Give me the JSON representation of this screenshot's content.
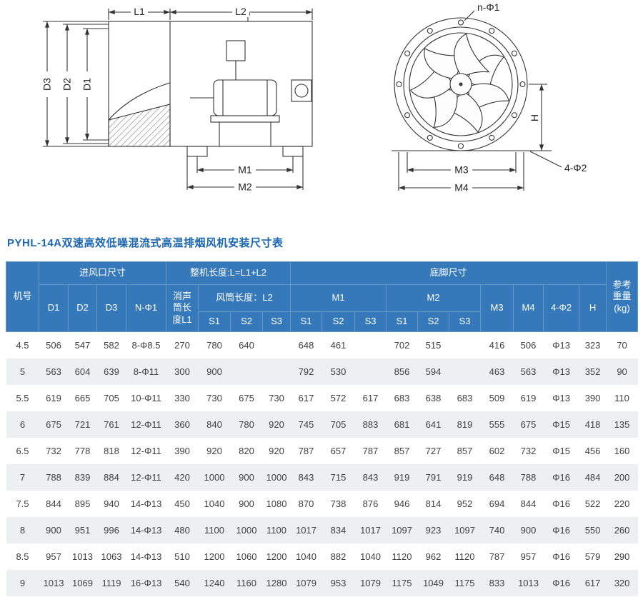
{
  "page": {
    "title": "PYHL-14A双速高效低噪混流式高温排烟风机安装尺寸表"
  },
  "diagrams": {
    "side": {
      "l1": "L1",
      "l2": "L2",
      "d1": "D1",
      "d2": "D2",
      "d3": "D3",
      "m1": "M1",
      "m2": "M2"
    },
    "front": {
      "n_phi1": "n-Φ1",
      "h": "H",
      "m3": "M3",
      "m4": "M4",
      "four_phi2": "4-Φ2"
    }
  },
  "table": {
    "header": {
      "col_model": "机号",
      "grp_inlet": "进风口尺寸",
      "grp_overall": "整机长度:L=L1+L2",
      "grp_footing": "底脚尺寸",
      "col_weight": "参考\n重量\n(kg)",
      "col_d1": "D1",
      "col_d2": "D2",
      "col_d3": "D3",
      "col_nphi1": "N-Φ1",
      "col_l1": "消声\n筒长\n度L1",
      "col_l2": "风筒长度：L2",
      "col_m1": "M1",
      "col_m2": "M2",
      "col_m3": "M3",
      "col_m4": "M4",
      "col_4phi2": "4-Φ2",
      "col_h": "H",
      "sub_s1": "S1",
      "sub_s2": "S2",
      "sub_s3": "S3"
    },
    "rows": [
      [
        "4.5",
        "506",
        "547",
        "582",
        "8-Φ8.5",
        "270",
        "780",
        "640",
        "",
        "648",
        "461",
        "",
        "702",
        "515",
        "",
        "416",
        "506",
        "Φ13",
        "323",
        "70"
      ],
      [
        "5",
        "563",
        "604",
        "639",
        "8-Φ11",
        "300",
        "900",
        "",
        "",
        "792",
        "530",
        "",
        "856",
        "594",
        "",
        "463",
        "563",
        "Φ13",
        "352",
        "90"
      ],
      [
        "5.5",
        "619",
        "665",
        "705",
        "10-Φ11",
        "330",
        "730",
        "675",
        "730",
        "617",
        "572",
        "617",
        "683",
        "638",
        "683",
        "509",
        "619",
        "Φ13",
        "390",
        "110"
      ],
      [
        "6",
        "675",
        "721",
        "761",
        "12-Φ11",
        "360",
        "840",
        "780",
        "920",
        "745",
        "705",
        "883",
        "681",
        "641",
        "819",
        "555",
        "675",
        "Φ15",
        "418",
        "135"
      ],
      [
        "6.5",
        "732",
        "778",
        "818",
        "12-Φ11",
        "390",
        "920",
        "820",
        "920",
        "787",
        "657",
        "787",
        "857",
        "727",
        "857",
        "602",
        "732",
        "Φ15",
        "456",
        "160"
      ],
      [
        "7",
        "788",
        "839",
        "884",
        "12-Φ11",
        "420",
        "1000",
        "900",
        "1000",
        "843",
        "715",
        "843",
        "919",
        "791",
        "919",
        "648",
        "788",
        "Φ16",
        "484",
        "200"
      ],
      [
        "7.5",
        "844",
        "895",
        "940",
        "14-Φ13",
        "450",
        "1040",
        "900",
        "1080",
        "870",
        "738",
        "876",
        "946",
        "814",
        "952",
        "694",
        "844",
        "Φ16",
        "522",
        "220"
      ],
      [
        "8",
        "900",
        "951",
        "996",
        "14-Φ13",
        "480",
        "1100",
        "1000",
        "1100",
        "1017",
        "834",
        "1017",
        "1097",
        "923",
        "1097",
        "740",
        "900",
        "Φ16",
        "550",
        "260"
      ],
      [
        "8.5",
        "957",
        "1013",
        "1063",
        "14-Φ13",
        "510",
        "1200",
        "1060",
        "1200",
        "1040",
        "882",
        "1040",
        "1120",
        "962",
        "1120",
        "787",
        "957",
        "Φ16",
        "579",
        "290"
      ],
      [
        "9",
        "1013",
        "1069",
        "1119",
        "16-Φ13",
        "540",
        "1240",
        "1160",
        "1280",
        "1079",
        "953",
        "1079",
        "1175",
        "1049",
        "1175",
        "833",
        "1013",
        "Φ16",
        "617",
        "320"
      ]
    ]
  }
}
